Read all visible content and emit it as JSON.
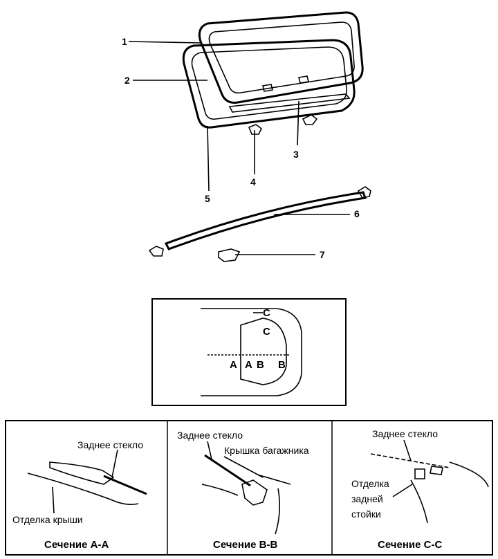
{
  "callouts": [
    "1",
    "2",
    "3",
    "4",
    "5",
    "6",
    "7"
  ],
  "inset": {
    "letters": [
      "C",
      "C",
      "A",
      "A",
      "B",
      "B"
    ]
  },
  "sections": [
    {
      "title": "Сечение А-А",
      "labels": [
        "Заднее стекло",
        "Отделка крыши"
      ]
    },
    {
      "title": "Сечение В-В",
      "labels": [
        "Заднее стекло",
        "Крышка багажника"
      ]
    },
    {
      "title": "Сечение С-С",
      "labels": [
        "Заднее стекло",
        "Отделка",
        "задней",
        "стойки"
      ]
    }
  ]
}
